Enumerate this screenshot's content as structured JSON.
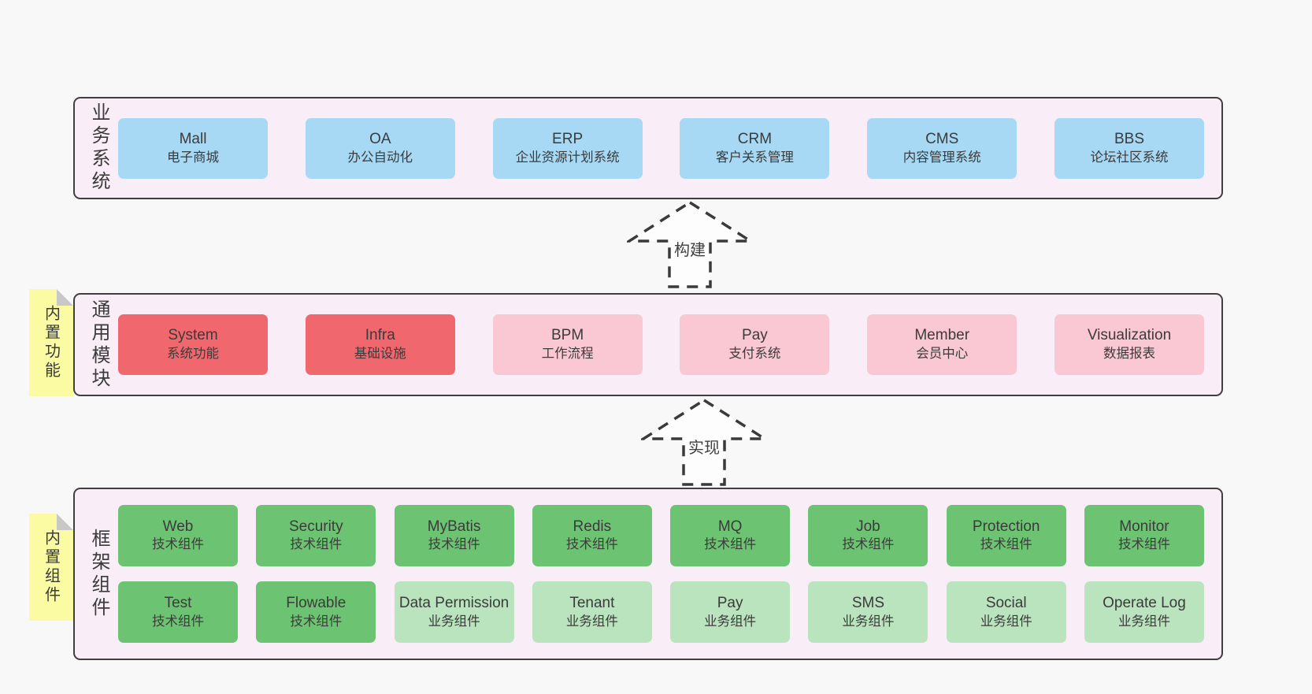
{
  "colors": {
    "page_bg": "#f8f8f8",
    "container_fill": "#f9eef7",
    "border": "#3f3f3f",
    "blue": "#a7d9f4",
    "red": "#f0676d",
    "pink": "#fac8d2",
    "green": "#6cc472",
    "green_light": "#b9e4bd",
    "sticky_yellow": "#fbfba3",
    "fold_gray": "#c8c8c8"
  },
  "sections": [
    {
      "id": "business-systems",
      "label": "业务系统",
      "rows": [
        [
          {
            "name": "Mall",
            "desc": "电子商城",
            "type": "blue"
          },
          {
            "name": "OA",
            "desc": "办公自动化",
            "type": "blue"
          },
          {
            "name": "ERP",
            "desc": "企业资源计划系统",
            "type": "blue"
          },
          {
            "name": "CRM",
            "desc": "客户关系管理",
            "type": "blue"
          },
          {
            "name": "CMS",
            "desc": "内容管理系统",
            "type": "blue"
          },
          {
            "name": "BBS",
            "desc": "论坛社区系统",
            "type": "blue"
          }
        ]
      ]
    },
    {
      "id": "common-modules",
      "label": "通用模块",
      "sticky": "内置功能",
      "rows": [
        [
          {
            "name": "System",
            "desc": "系统功能",
            "type": "red"
          },
          {
            "name": "Infra",
            "desc": "基础设施",
            "type": "red"
          },
          {
            "name": "BPM",
            "desc": "工作流程",
            "type": "pink"
          },
          {
            "name": "Pay",
            "desc": "支付系统",
            "type": "pink"
          },
          {
            "name": "Member",
            "desc": "会员中心",
            "type": "pink"
          },
          {
            "name": "Visualization",
            "desc": "数据报表",
            "type": "pink"
          }
        ]
      ]
    },
    {
      "id": "framework-components",
      "label": "框架组件",
      "sticky": "内置组件",
      "rows": [
        [
          {
            "name": "Web",
            "desc": "技术组件",
            "type": "green"
          },
          {
            "name": "Security",
            "desc": "技术组件",
            "type": "green"
          },
          {
            "name": "MyBatis",
            "desc": "技术组件",
            "type": "green"
          },
          {
            "name": "Redis",
            "desc": "技术组件",
            "type": "green"
          },
          {
            "name": "MQ",
            "desc": "技术组件",
            "type": "green"
          },
          {
            "name": "Job",
            "desc": "技术组件",
            "type": "green"
          },
          {
            "name": "Protection",
            "desc": "技术组件",
            "type": "green"
          },
          {
            "name": "Monitor",
            "desc": "技术组件",
            "type": "green"
          }
        ],
        [
          {
            "name": "Test",
            "desc": "技术组件",
            "type": "green"
          },
          {
            "name": "Flowable",
            "desc": "技术组件",
            "type": "green"
          },
          {
            "name": "Data Permission",
            "desc": "业务组件",
            "type": "green-light"
          },
          {
            "name": "Tenant",
            "desc": "业务组件",
            "type": "green-light"
          },
          {
            "name": "Pay",
            "desc": "业务组件",
            "type": "green-light"
          },
          {
            "name": "SMS",
            "desc": "业务组件",
            "type": "green-light"
          },
          {
            "name": "Social",
            "desc": "业务组件",
            "type": "green-light"
          },
          {
            "name": "Operate Log",
            "desc": "业务组件",
            "type": "green-light"
          }
        ]
      ]
    }
  ],
  "arrows": [
    {
      "label": "构建"
    },
    {
      "label": "实现"
    }
  ],
  "stickies": [
    {
      "text": "内置功能"
    },
    {
      "text": "内置组件"
    }
  ]
}
